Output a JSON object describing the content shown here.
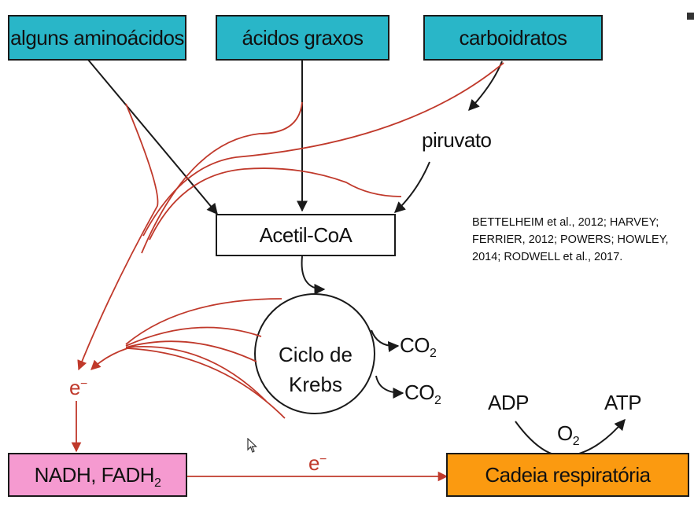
{
  "sources": {
    "amino": "alguns aminoácidos",
    "fatty": "ácidos graxos",
    "carbs": "carboidratos"
  },
  "pyruvate": "piruvato",
  "acetyl_coa": "Acetil-CoA",
  "krebs": {
    "line1": "Ciclo de",
    "line2": "Krebs"
  },
  "co2": {
    "main": "CO",
    "sub": "2"
  },
  "electron": {
    "main": "e",
    "sup": "−"
  },
  "nadh": {
    "text": "NADH, FADH",
    "sub": "2"
  },
  "resp_chain": "Cadeia respiratória",
  "adp": "ADP",
  "atp": "ATP",
  "o2": {
    "main": "O",
    "sub": "2"
  },
  "citation": "BETTELHEIM et al., 2012; HARVEY; FERRIER, 2012; POWERS; HOWLEY, 2014; RODWELL et al., 2017.",
  "colors": {
    "source_box": "#29b6c8",
    "nadh_box": "#f59ad0",
    "chain_box": "#fb9a10",
    "electron_path": "#c0392b",
    "flow_arrow": "#1a1a1a"
  }
}
